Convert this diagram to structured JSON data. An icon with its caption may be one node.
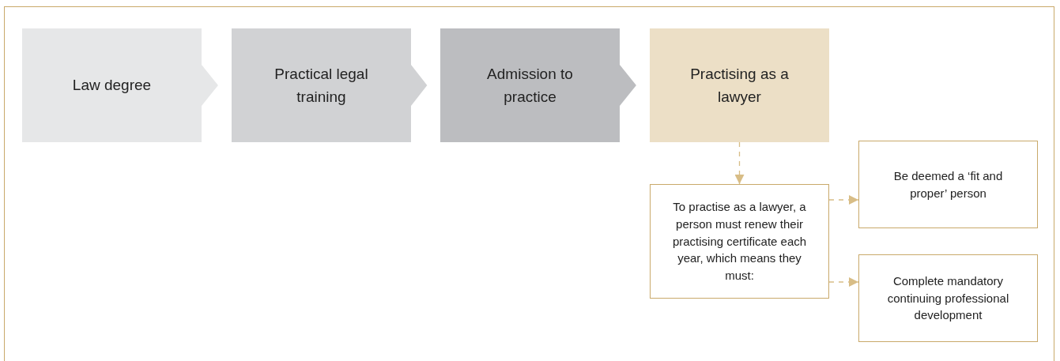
{
  "diagram": {
    "nodes": [
      {
        "text": [
          "Law degree"
        ]
      },
      {
        "text": [
          "Practical legal training"
        ]
      },
      {
        "text": [
          "Admission to practice"
        ]
      },
      {
        "text": [
          "Practising as a lawyer"
        ]
      },
      {
        "text": [
          "To practise as a lawyer, a person must renew their practising certificate each year, which means they must:"
        ]
      },
      {
        "text": [
          "Be deemed a ‘fit and proper’ person"
        ]
      },
      {
        "text": [
          "Complete mandatory continuing professional development"
        ]
      }
    ],
    "edges": [
      {
        "from": 0,
        "to": 1,
        "arrow": "to"
      },
      {
        "from": 1,
        "to": 2,
        "arrow": "to"
      },
      {
        "from": 2,
        "to": 3,
        "arrow": "to"
      },
      {
        "from": 3,
        "to": 4,
        "arrow": "to",
        "style": "dashed"
      },
      {
        "from": 4,
        "to": 5,
        "arrow": "to",
        "style": "dashed"
      },
      {
        "from": 4,
        "to": 6,
        "arrow": "to",
        "style": "dashed"
      }
    ]
  }
}
